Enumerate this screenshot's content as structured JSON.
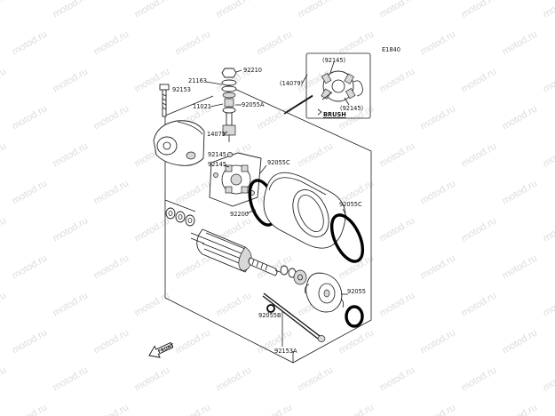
{
  "watermark": {
    "text": "motod.ru"
  },
  "diagram": {
    "figure_code": "E1840",
    "front_label": "FRONT",
    "brush_label": "BRUSH",
    "callouts": {
      "c92210": "92210",
      "c21163": "21163",
      "c92153": "92153",
      "c11021": "11021",
      "c92055A": "92055A",
      "c14079": "(14079)",
      "c92145_inset_top": "(92145)",
      "c92145_inset_bottom": "(92145)",
      "c14075": "14075",
      "c92145_a": "92145",
      "c92145_b": "92145",
      "c92055C_a": "92055C",
      "c92055C_b": "92055C",
      "c92200": "92200",
      "c92055": "92055",
      "c92055B": "92055B",
      "c92153A": "92153A"
    }
  }
}
